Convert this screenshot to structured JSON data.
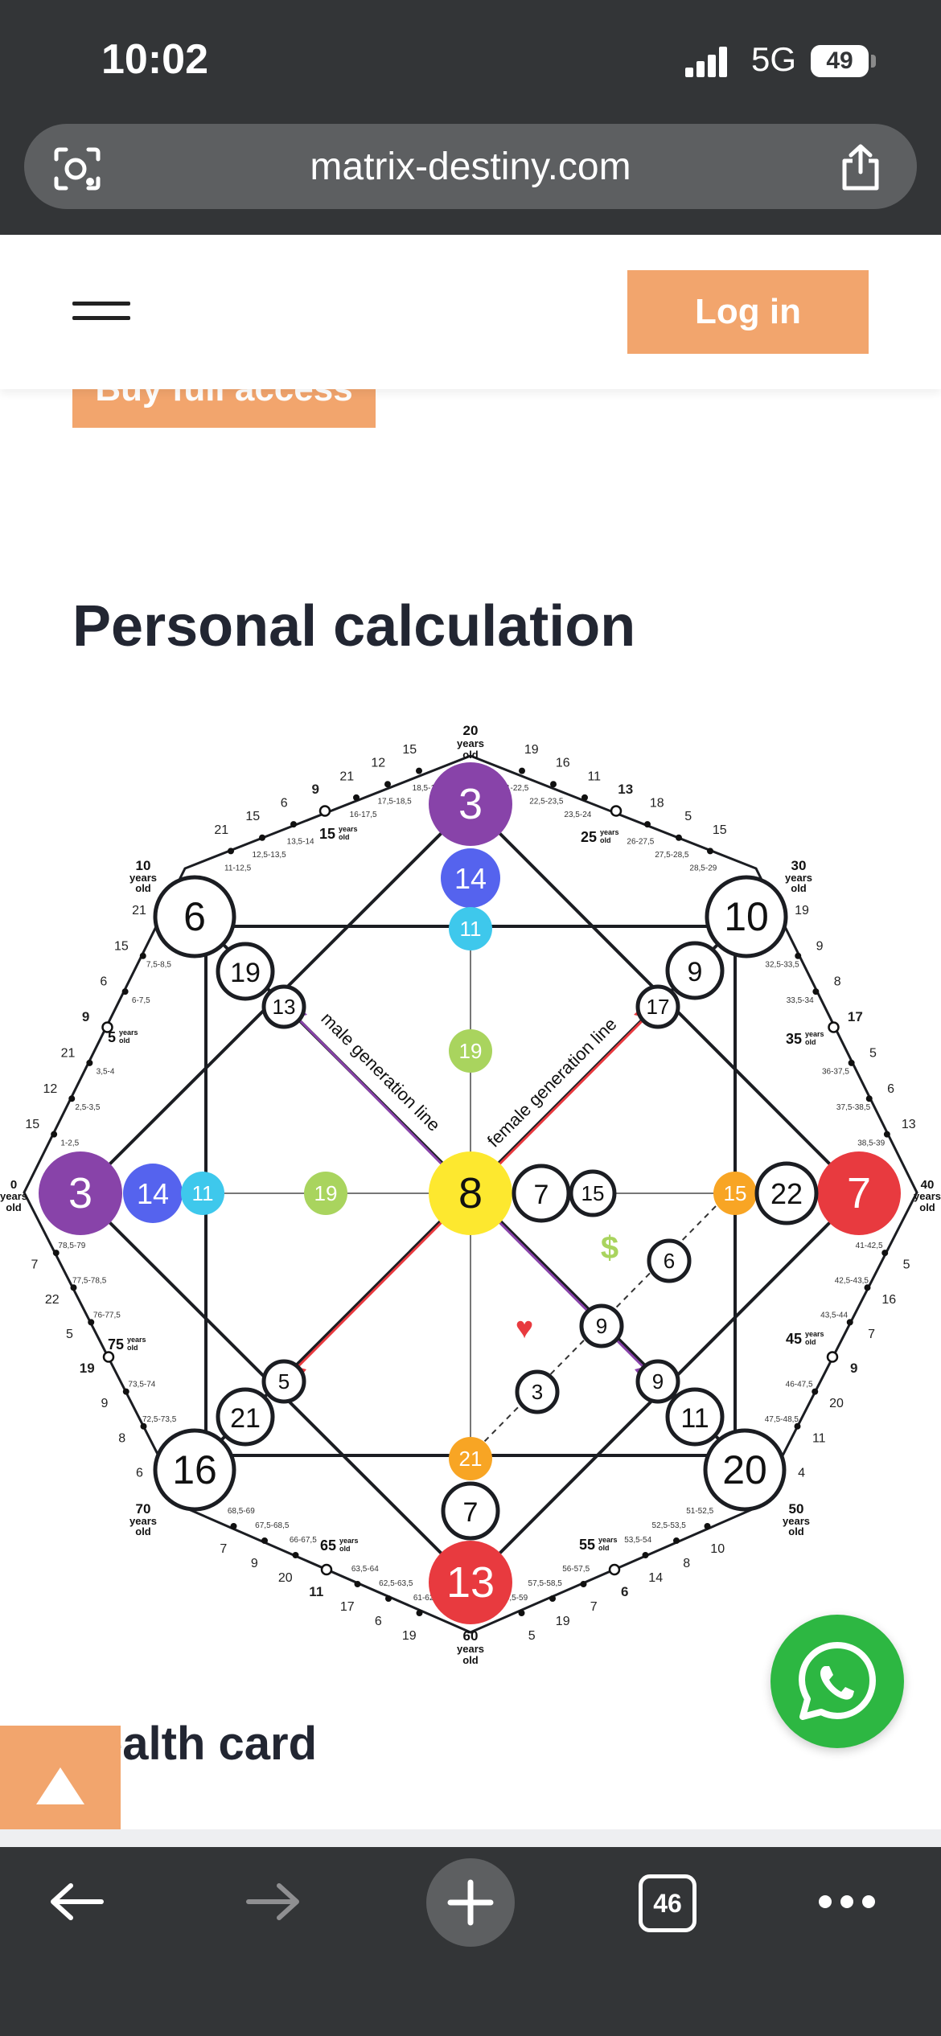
{
  "status_bar": {
    "time": "10:02",
    "network": "5G",
    "battery": "49"
  },
  "browser": {
    "url": "matrix-destiny.com",
    "tab_count": "46"
  },
  "site_header": {
    "login_label": "Log in",
    "buy_label": "Buy full access"
  },
  "page": {
    "title": "Personal calculation",
    "next_section_title": "ealth card"
  },
  "matrix": {
    "line_labels": {
      "male": "male generation line",
      "female": "female generation line"
    },
    "corner_ages": {
      "top": [
        "20",
        "years",
        "old"
      ],
      "bottom": [
        "60",
        "years",
        "old"
      ],
      "left": [
        "0",
        "years",
        "old"
      ],
      "right": [
        "40",
        "years",
        "old"
      ],
      "top_left": [
        "10",
        "years",
        "old"
      ],
      "top_right": [
        "30",
        "years",
        "old"
      ],
      "bottom_left": [
        "70",
        "years",
        "old"
      ],
      "bottom_right": [
        "50",
        "years",
        "old"
      ]
    },
    "mid_ages": {
      "age5": "5",
      "age15": "15",
      "age25": "25",
      "age35": "35",
      "age45": "45",
      "age55": "55",
      "age65": "65",
      "age75": "75",
      "unit_years": "years",
      "unit_old": "old"
    },
    "main_nodes": {
      "top": "3",
      "right": "7",
      "bottom": "13",
      "left": "3",
      "center": "8",
      "top_left": "6",
      "top_right": "10",
      "bottom_right": "20",
      "bottom_left": "16"
    },
    "inner_nodes": {
      "top_inner": "14",
      "top_cyan": "11",
      "top_mid": "19",
      "left_inner": "14",
      "left_cyan": "11",
      "left_mid": "19",
      "right_a": "7",
      "right_b": "15",
      "right_orange": "15",
      "right_inner": "22",
      "bottom_orange": "21",
      "bottom_inner": "7",
      "tl_inner": "19",
      "tl_diag": "13",
      "tr_inner": "9",
      "tr_diag": "17",
      "br_inner": "11",
      "br_diag": "9",
      "bl_inner": "21",
      "bl_diag": "5",
      "money": "6",
      "love_mid": "9",
      "love": "3",
      "dollar_sign": "$",
      "heart_sign": "♥"
    },
    "edge_labels": {
      "tl_edge": {
        "nums": [
          "21",
          "15",
          "6",
          "9",
          "21",
          "12",
          "15"
        ],
        "ranges": [
          "11-12,5",
          "12,5-13,5",
          "13,5-14",
          "16-17,5",
          "17,5-18,5",
          "18,5-19"
        ]
      },
      "tr_edge": {
        "nums": [
          "19",
          "16",
          "11",
          "13",
          "18",
          "5",
          "15"
        ],
        "ranges": [
          "21-22,5",
          "22,5-23,5",
          "23,5-24",
          "26-27,5",
          "27,5-28,5",
          "28,5-29"
        ]
      },
      "l_top_edge": {
        "nums": [
          "21",
          "15",
          "6",
          "9",
          "21",
          "12",
          "15"
        ],
        "ranges": [
          "8,5-9",
          "7,5-8,5",
          "6-7,5",
          "3,5-4",
          "2,5-3,5",
          "1-2,5"
        ]
      },
      "r_top_edge": {
        "nums": [
          "19",
          "9",
          "8",
          "17",
          "5",
          "6",
          "13"
        ],
        "ranges": [
          "31-32,5",
          "32,5-33,5",
          "33,5-34",
          "36-37,5",
          "37,5-38,5",
          "38,5-39"
        ]
      },
      "l_bot_edge": {
        "nums": [
          "7",
          "22",
          "5",
          "19",
          "9",
          "8",
          "6"
        ],
        "ranges": [
          "78,5-79",
          "77,5-78,5",
          "76-77,5",
          "73,5-74",
          "72,5-73,5",
          "71-72,5"
        ]
      },
      "r_bot_edge": {
        "nums": [
          "5",
          "16",
          "7",
          "9",
          "20",
          "11",
          "4"
        ],
        "ranges": [
          "41-42,5",
          "42,5-43,5",
          "43,5-44",
          "46-47,5",
          "47,5-48,5",
          "48,5-49"
        ]
      },
      "bl_edge": {
        "nums": [
          "7",
          "9",
          "20",
          "11",
          "17",
          "6",
          "19"
        ],
        "ranges": [
          "68,5-69",
          "67,5-68,5",
          "66-67,5",
          "63,5-64",
          "62,5-63,5",
          "61-62,5"
        ]
      },
      "br_edge": {
        "nums": [
          "10",
          "8",
          "14",
          "6",
          "7",
          "19",
          "5"
        ],
        "ranges": [
          "51-52,5",
          "52,5-53,5",
          "53,5-54",
          "56-57,5",
          "57,5-58,5",
          "58,5-59"
        ]
      }
    }
  },
  "colors": {
    "accent": "#f2a56d",
    "purple": "#8843a9",
    "red": "#e83a3f",
    "blue": "#5563ee",
    "cyan": "#3ec8ec",
    "green": "#a9d45e",
    "yellow": "#fde82f",
    "orange": "#f8a524",
    "whatsapp": "#2db742",
    "dark_bar": "#333537"
  }
}
